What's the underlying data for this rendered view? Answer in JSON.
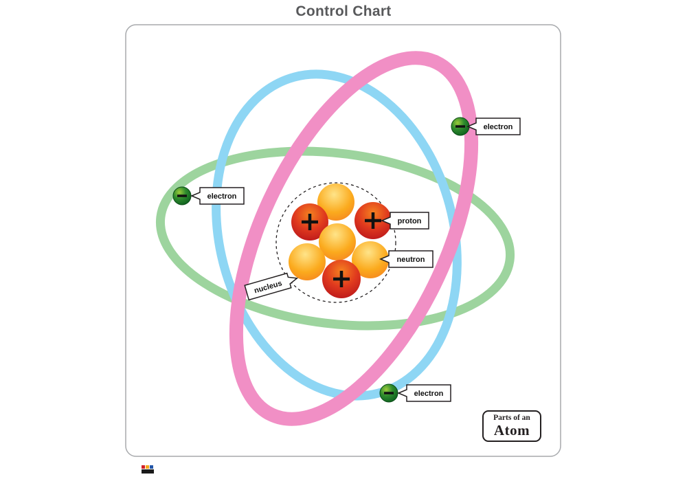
{
  "title": "Control Chart",
  "card": {
    "badge": {
      "line1": "Parts of an",
      "line2": "Atom"
    }
  },
  "labels": {
    "electron_top_right": "electron",
    "electron_left": "electron",
    "electron_bottom": "electron",
    "proton": "proton",
    "neutron": "neutron",
    "nucleus": "nucleus"
  },
  "diagram": {
    "type": "atom-parts-diagram",
    "orbit_count": 3,
    "proton_count": 3,
    "neutron_count": 4,
    "electron_count": 3
  },
  "colors": {
    "title": "#58595b",
    "orbit_green": "#9dd49e",
    "orbit_blue": "#8ed6f4",
    "orbit_pink": "#f18fc5",
    "electron_light": "#9ccb3b",
    "electron_mid": "#2e8b2e",
    "electron_dark": "#0b5c1d",
    "proton_light": "#f58220",
    "proton_mid": "#e03a1e",
    "proton_dark": "#b5121b",
    "neutron_light": "#ffe489",
    "neutron_mid": "#fbaa1d",
    "neutron_dark": "#f58220",
    "label_border": "#231f20"
  },
  "footer": {
    "logo_icon": "publisher-logo"
  }
}
